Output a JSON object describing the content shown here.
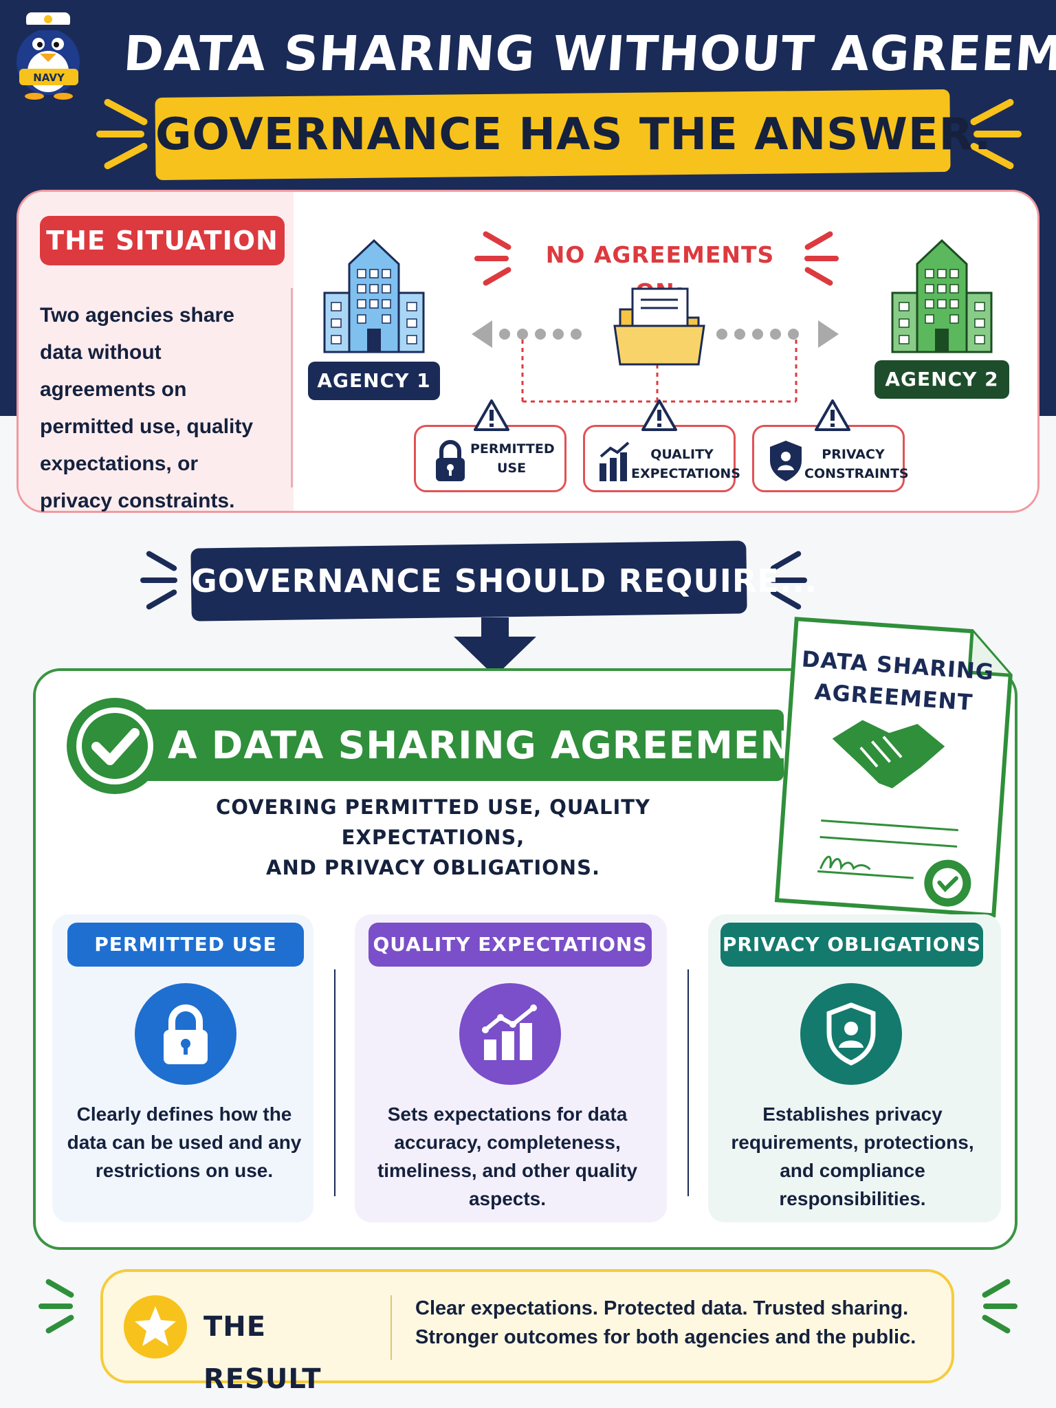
{
  "header": {
    "title": "DATA SHARING WITHOUT AGREEMENTS?",
    "subtitle": "GOVERNANCE HAS THE ANSWER.",
    "mascot_badge": "NAVY"
  },
  "situation": {
    "label": "THE SITUATION",
    "description": "Two agencies share data without agreements on permitted use, quality expectations, or privacy constraints.",
    "no_agreements_title": "NO AGREEMENTS ON:",
    "agency1": "AGENCY 1",
    "agency2": "AGENCY 2",
    "issues": [
      {
        "line1": "PERMITTED",
        "line2": "USE",
        "icon": "lock-icon"
      },
      {
        "line1": "QUALITY",
        "line2": "EXPECTATIONS",
        "icon": "chart-icon"
      },
      {
        "line1": "PRIVACY",
        "line2": "CONSTRAINTS",
        "icon": "shield-user-icon"
      }
    ]
  },
  "governance": {
    "banner": "GOVERNANCE SHOULD REQUIRE..."
  },
  "agreement": {
    "title": "A DATA SHARING AGREEMENT",
    "subtitle_line1": "COVERING PERMITTED USE, QUALITY EXPECTATIONS,",
    "subtitle_line2": "AND PRIVACY OBLIGATIONS.",
    "document_title_line1": "DATA SHARING",
    "document_title_line2": "AGREEMENT",
    "columns": [
      {
        "title": "PERMITTED USE",
        "text": "Clearly defines how the data can be used and any restrictions on use.",
        "icon": "lock-icon",
        "color": "#1f6fd1"
      },
      {
        "title": "QUALITY EXPECTATIONS",
        "text": "Sets expectations for data accuracy, completeness, timeliness, and other quality aspects.",
        "icon": "chart-icon",
        "color": "#7a4fc9"
      },
      {
        "title": "PRIVACY OBLIGATIONS",
        "text": "Establishes privacy requirements, protections, and compliance responsibilities.",
        "icon": "shield-user-icon",
        "color": "#137a6d"
      }
    ]
  },
  "result": {
    "title": "THE RESULT",
    "line1": "Clear expectations. Protected data. Trusted sharing.",
    "line2": "Stronger outcomes for both agencies and the public."
  },
  "colors": {
    "navy": "#1b2b57",
    "yellow": "#f7c21b",
    "red": "#dc3a3f",
    "green": "#2f8f3a",
    "agency1_blue": "#5aa9e6",
    "agency2_green": "#4caf50"
  }
}
